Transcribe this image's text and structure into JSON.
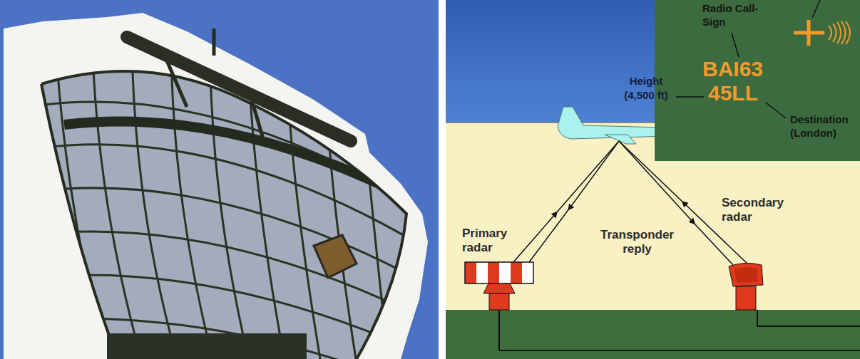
{
  "diagram": {
    "nodes": [
      {
        "text": [
          "Radio Call-Sign",
          "BAI63",
          "45LL",
          "Destination (London)"
        ]
      }
    ],
    "labels": [
      "Height (4,500 ft)",
      "Primary radar",
      "Transponder reply",
      "Secondary radar"
    ]
  }
}
